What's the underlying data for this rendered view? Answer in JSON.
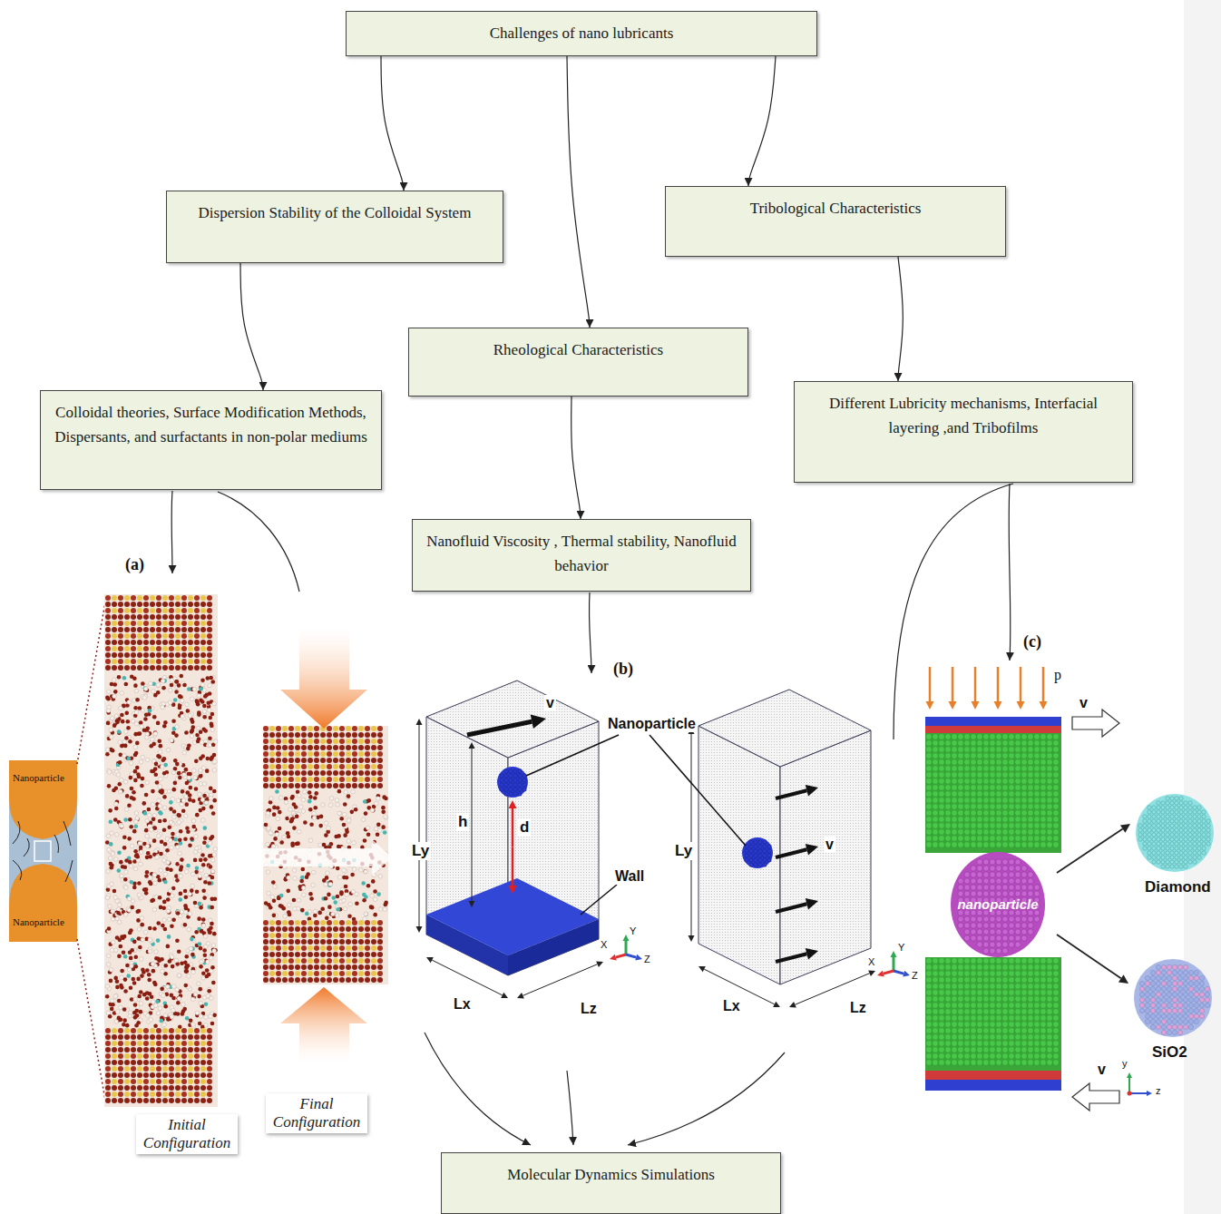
{
  "diagram": {
    "nodes": [
      {
        "text": [
          "Challenges of nano lubricants"
        ]
      },
      {
        "text": [
          "Dispersion Stability of the Colloidal System"
        ]
      },
      {
        "text": [
          "Tribological Characteristics"
        ]
      },
      {
        "text": [
          "Rheological Characteristics"
        ]
      },
      {
        "text": [
          "Colloidal theories, Surface Modification Methods, Dispersants, and surfactants in non-polar mediums"
        ]
      },
      {
        "text": [
          "Different Lubricity mechanisms, Interfacial layering ,and Tribofilms"
        ]
      },
      {
        "text": [
          "Nanofluid Viscosity , Thermal stability, Nanofluid behavior"
        ]
      },
      {
        "text": [
          "Molecular Dynamics Simulations"
        ]
      }
    ],
    "edges": [
      {
        "from": 0,
        "to": 1,
        "arrow": "to"
      },
      {
        "from": 0,
        "to": 3,
        "arrow": "to"
      },
      {
        "from": 0,
        "to": 2,
        "arrow": "to"
      },
      {
        "from": 1,
        "to": 4,
        "arrow": "to"
      },
      {
        "from": 3,
        "to": 6,
        "arrow": "to"
      },
      {
        "from": 2,
        "to": 5,
        "arrow": "to"
      }
    ],
    "labels": [
      "(a)",
      "Nanoparticle",
      "Nanoparticle",
      "Initial Configuration",
      "Final Configuration",
      "(b)",
      "v",
      "Nanoparticle",
      "Ly",
      "h",
      "d",
      "Wall",
      "Lx",
      "Lz",
      "X",
      "Y",
      "Z",
      "Ly",
      "v",
      "Lx",
      "Lz",
      "X",
      "Y",
      "Z",
      "(c)",
      "p",
      "v",
      "nanoparticle",
      "Diamond",
      "SiO2",
      "v",
      "y",
      "z"
    ]
  }
}
